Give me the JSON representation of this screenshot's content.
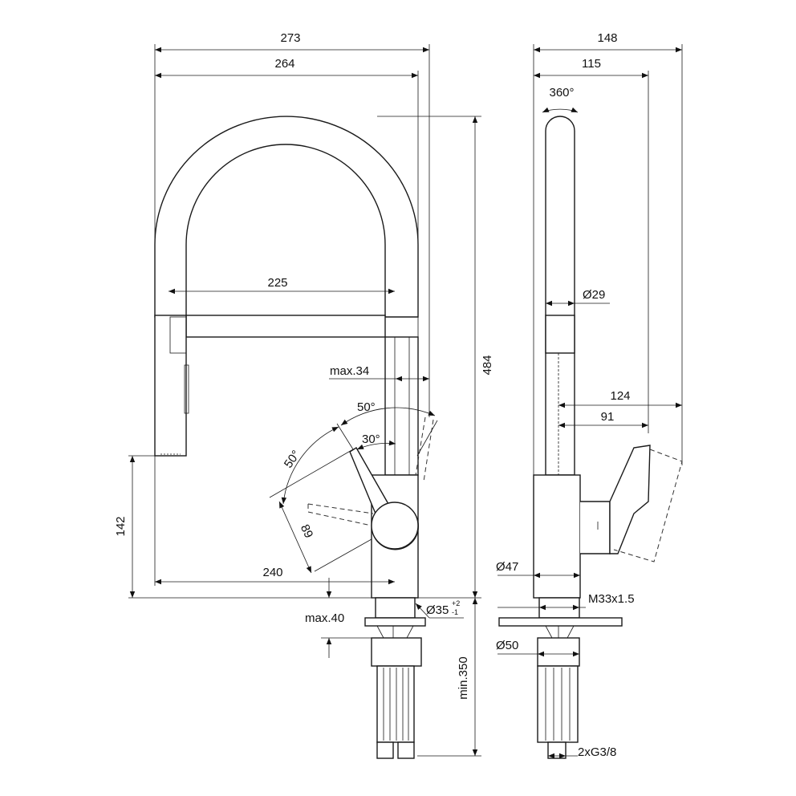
{
  "title": "Kitchen faucet technical drawing",
  "front_view": {
    "dim_overall_width": "273",
    "dim_reach": "264",
    "dim_hose_span": "225",
    "dim_spout_height": "484",
    "dim_max34": "max.34",
    "dim_lever_50_upper": "50°",
    "dim_lever_30": "30°",
    "dim_lever_50_side": "50°",
    "dim_lever_length": "89",
    "dim_head_height": "142",
    "dim_base_reach": "240",
    "dim_max40": "max.40",
    "dim_hole_dia": "Ø35",
    "dim_hole_tol_plus": "+2",
    "dim_hole_tol_minus": "-1",
    "dim_min350": "min.350"
  },
  "side_view": {
    "dim_depth": "148",
    "dim_depth_2": "115",
    "rotation": "360°",
    "dim_tube_dia": "Ø29",
    "dim_124": "124",
    "dim_91": "91",
    "dim_body_dia": "Ø47",
    "dim_thread": "M33x1.5",
    "dim_flange_dia": "Ø50",
    "dim_connections": "2xG3/8"
  }
}
